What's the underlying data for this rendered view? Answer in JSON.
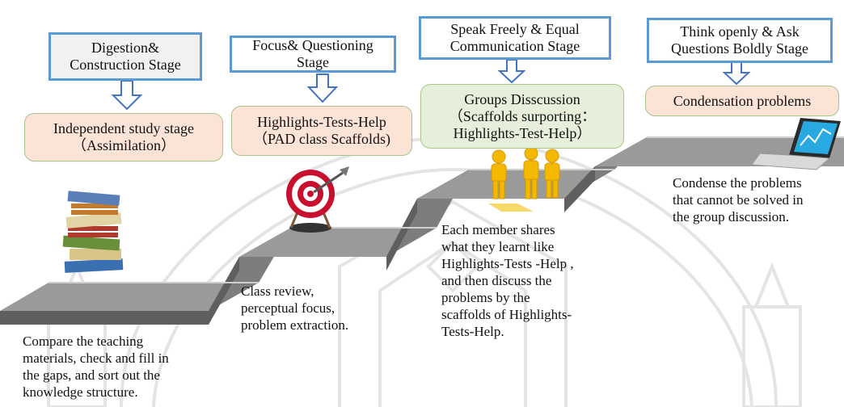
{
  "stages": [
    {
      "title_lines": [
        "Digestion&",
        "Construction Stage"
      ]
    },
    {
      "title_lines": [
        "Focus& Questioning",
        "Stage"
      ]
    },
    {
      "title_lines": [
        "Speak Freely & Equal",
        "Communication Stage"
      ]
    },
    {
      "title_lines": [
        "Think openly & Ask",
        "Questions Boldly Stage"
      ]
    }
  ],
  "activities": [
    {
      "lines": [
        "Independent study stage",
        "（Assimilation）"
      ]
    },
    {
      "lines": [
        "Highlights-Tests-Help",
        "（PAD class Scaffolds)"
      ]
    },
    {
      "lines": [
        "Groups Disscussion",
        "（Scaffolds surporting：",
        "Highlights-Test-Help）"
      ]
    },
    {
      "lines": [
        "Condensation problems"
      ]
    }
  ],
  "descriptions": [
    {
      "lines": [
        "Compare the teaching",
        "materials, check and fill in",
        " the gaps, and sort out the",
        "knowledge structure."
      ]
    },
    {
      "lines": [
        "Class review,",
        "perceptual focus,",
        "problem extraction."
      ]
    },
    {
      "lines": [
        "Each member  shares",
        "what they learnt like",
        "Highlights-Tests -Help ,",
        "and then discuss the",
        "problems by the",
        "scaffolds of Highlights-",
        "Tests-Help."
      ]
    },
    {
      "lines": [
        "Condense the problems",
        "that cannot be solved in",
        "the group discussion."
      ]
    }
  ],
  "colors": {
    "stage_border": "#5b9bd5",
    "pill_fill": "#fbe3d6",
    "pill_fill_alt": "#e6efd9",
    "step_top": "#9a9a9a",
    "step_side": "#5f5f5f",
    "watermark": "#cfcfcf"
  },
  "icons": [
    "books-stack-icon",
    "target-arrow-icon",
    "people-group-icon",
    "laptop-chart-icon",
    "down-arrow-icon"
  ]
}
